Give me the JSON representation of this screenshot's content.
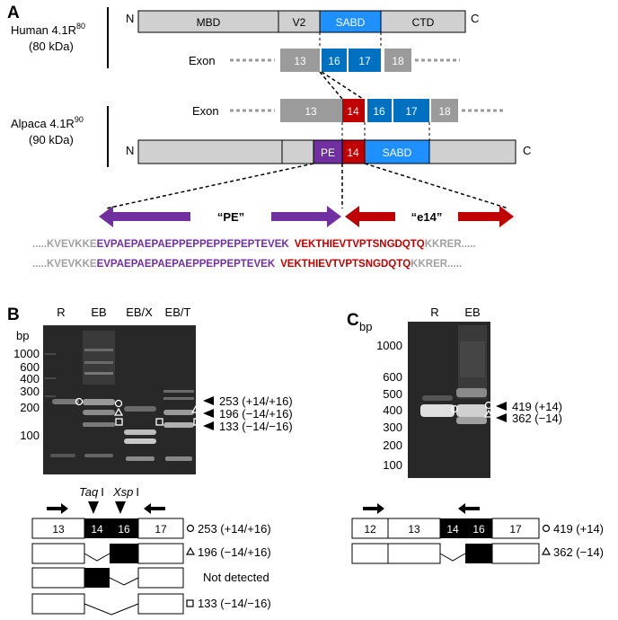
{
  "panels": {
    "a": "A",
    "b": "B",
    "c": "C"
  },
  "colors": {
    "grey_domain": "#d0d0d0",
    "exon_grey": "#9b9b9b",
    "blue": "#0070c0",
    "sabd_blue": "#1e90ff",
    "red": "#c00000",
    "purple": "#7030a0",
    "gel_bg": "#2a2a2a"
  },
  "a": {
    "human": {
      "name": "Human 4.1R",
      "sup": "80",
      "mass": "(80 kDa)"
    },
    "alpaca": {
      "name": "Alpaca 4.1R",
      "sup": "90",
      "mass": "(90 kDa)"
    },
    "human_domains": {
      "n": "N",
      "c": "C",
      "mbd": "MBD",
      "v2": "V2",
      "sabd": "SABD",
      "ctd": "CTD"
    },
    "human_exon": {
      "label": "Exon",
      "e13": "13",
      "e16": "16",
      "e17": "17",
      "e18": "18"
    },
    "alpaca_exon": {
      "label": "Exon",
      "e13": "13",
      "e14": "14",
      "e16": "16",
      "e17": "17",
      "e18": "18"
    },
    "alpaca_domains": {
      "n": "N",
      "c": "C",
      "pe": "PE",
      "e14": "14",
      "sabd": "SABD"
    },
    "arrows": {
      "pe": "“PE”",
      "e14": "“e14”"
    },
    "seq1": {
      "pre": ".....KVEVKKE",
      "purple": "EVPAEPAEPAEPPEPPEPPEPEPTEVEK",
      "red": "VEKTHIEVTVPTSNGDQTQ",
      "post": "KKRER....."
    },
    "seq2": {
      "pre": ".....KVEVKKE",
      "purple": "EVPAEPAEPAEPAEPPEPPEPTEVEK",
      "red": "VEKTHIEVTVPTSNGDQTQ",
      "post": "KKRER....."
    }
  },
  "b": {
    "bp": "bp",
    "lanes": [
      "R",
      "EB",
      "EB/X",
      "EB/T"
    ],
    "ladder": [
      "1000",
      "600",
      "400",
      "300",
      "200",
      "100"
    ],
    "bands": [
      "253 (+14/+16)",
      "196 (−14/+16)",
      "133 (−14/−16)"
    ],
    "enzymes": {
      "taq": "Taq",
      "xsp": "Xsp",
      "roman": "I"
    },
    "diagram": {
      "exons": [
        "13",
        "14",
        "16",
        "17"
      ],
      "rows": [
        "253 (+14/+16)",
        "196 (−14/+16)",
        "Not detected",
        "133 (−14/−16)"
      ]
    }
  },
  "c": {
    "bp": "bp",
    "lanes": [
      "R",
      "EB"
    ],
    "ladder": [
      "1000",
      "600",
      "500",
      "400",
      "300",
      "200",
      "100"
    ],
    "bands": [
      "419 (+14)",
      "362 (−14)"
    ],
    "diagram": {
      "exons": [
        "12",
        "13",
        "14",
        "16",
        "17"
      ],
      "rows": [
        "419 (+14)",
        "362 (−14)"
      ]
    }
  }
}
